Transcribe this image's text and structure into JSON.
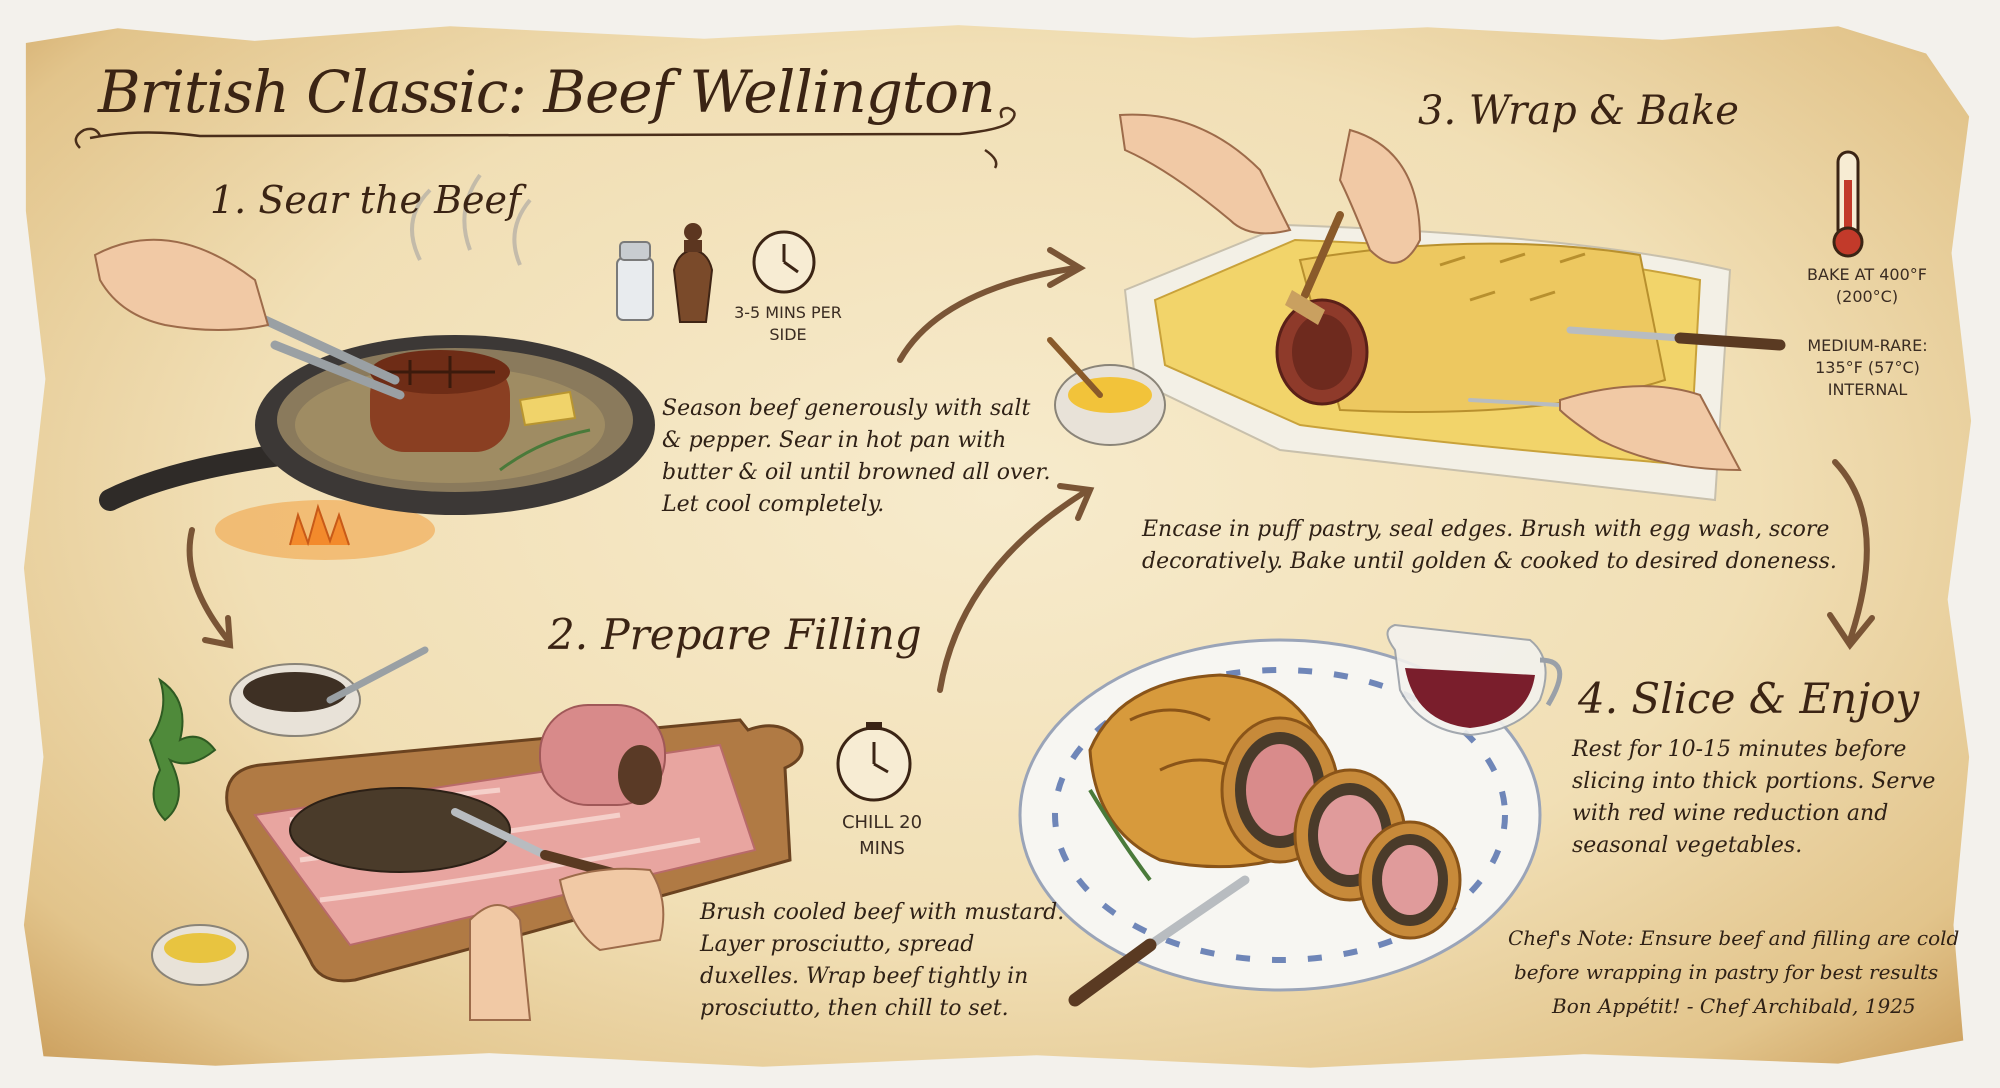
{
  "title": "British Classic: Beef Wellington",
  "steps": [
    {
      "heading": "1. Sear the Beef",
      "text": "Season beef generously with salt & pepper. Sear in hot pan with butter & oil until browned all over. Let cool completely."
    },
    {
      "heading": "2. Prepare Filling",
      "text": "Brush cooled beef with mustard. Layer prosciutto, spread duxelles. Wrap beef tightly in prosciutto, then chill to set."
    },
    {
      "heading": "3. Wrap & Bake",
      "text": "Encase in puff pastry, seal edges. Brush with egg wash, score decoratively. Bake until golden & cooked to desired doneness."
    },
    {
      "heading": "4. Slice & Enjoy",
      "text": "Rest for 10-15 minutes before slicing into thick portions. Serve with red wine reduction and seasonal vegetables."
    }
  ],
  "callouts": {
    "sear_time": "3-5 MINS PER SIDE",
    "chill_time": "CHILL 20 MINS",
    "bake_temp": "BAKE AT 400°F (200°C)",
    "doneness": "MEDIUM-RARE: 135°F (57°C) INTERNAL"
  },
  "chef_note": "Chef's Note: Ensure beef and filling are cold",
  "chef_note_cont": "before wrapping in pastry for best results",
  "signature": "Bon Appétit! - Chef Archibald, 1925",
  "icons": [
    "salt-shaker-icon",
    "pepper-mill-icon",
    "clock-icon",
    "timer-icon",
    "thermometer-icon"
  ],
  "colors": {
    "ink": "#3b2414",
    "parchment": "#f1dfb5",
    "pastry": "#d79a3c",
    "beef": "#d98b8b",
    "arrow": "#7a5536"
  }
}
